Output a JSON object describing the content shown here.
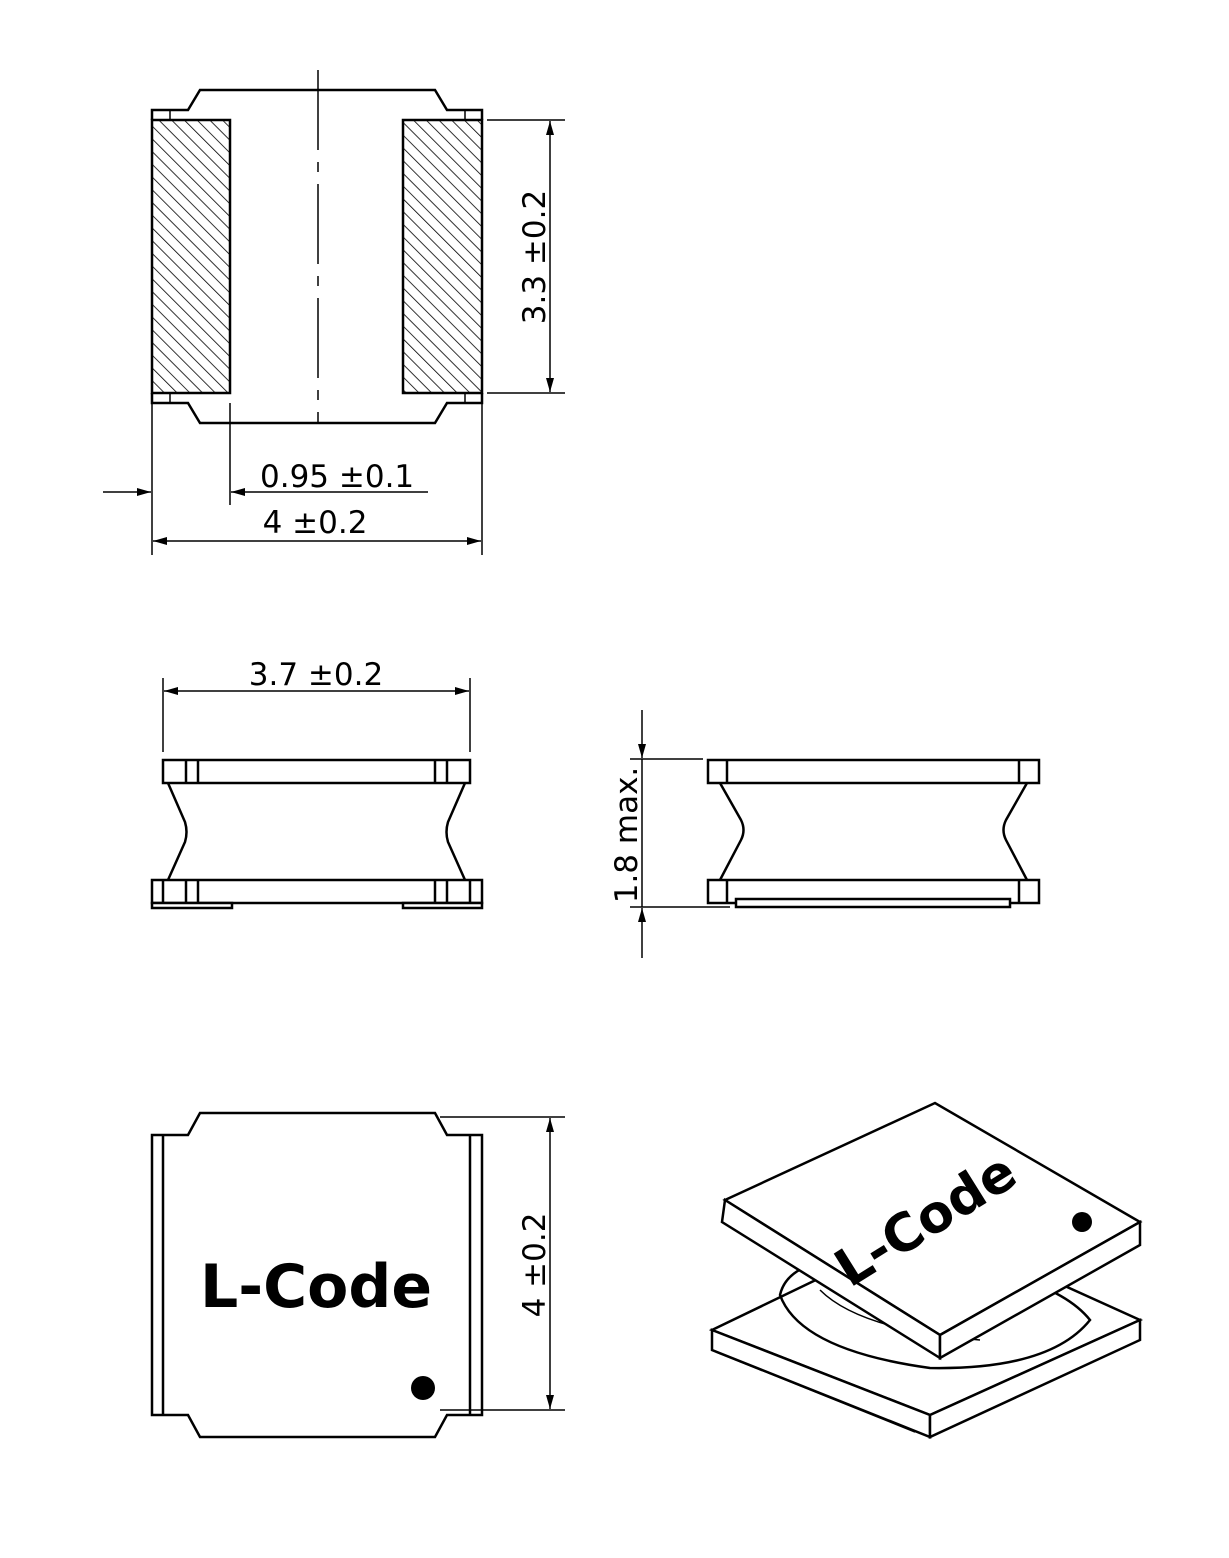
{
  "dimensions": {
    "top_height": "3.3 ±0.2",
    "pad_width": "0.95 ±0.1",
    "top_width": "4 ±0.2",
    "side_length": "3.7 ±0.2",
    "side_height": "1.8 max.",
    "bottom_width": "4 ±0.2"
  },
  "marking": {
    "top_view_label": "L-Code",
    "iso_view_label": "L-Code"
  },
  "colors": {
    "line": "#000000",
    "background": "#ffffff"
  }
}
